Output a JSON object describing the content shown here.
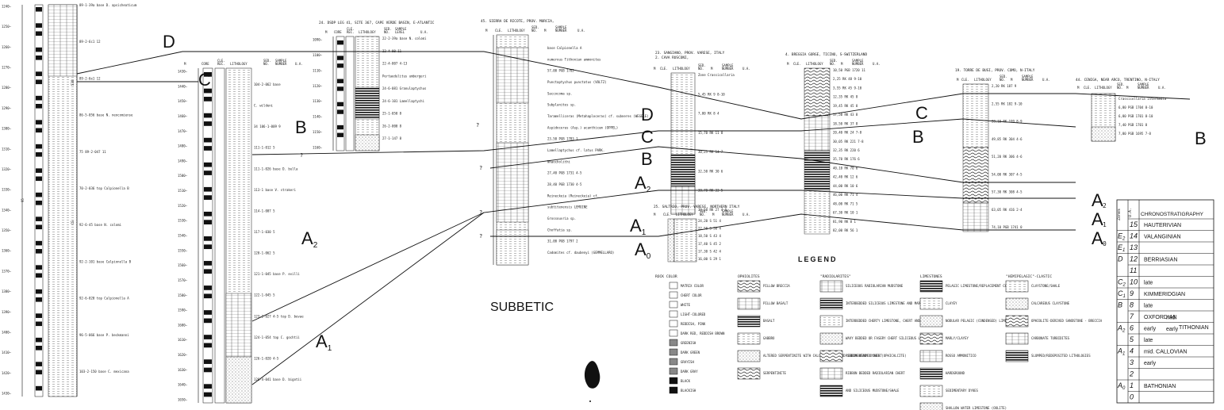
{
  "columns": [
    {
      "title": "",
      "depths": [
        "1240",
        "1250",
        "1260",
        "1270",
        "1280",
        "1290",
        "1300",
        "1310",
        "1320",
        "1330",
        "1340",
        "1350",
        "1360",
        "1370",
        "1380",
        "1390",
        "1400",
        "1410",
        "1420",
        "1430"
      ],
      "notes": [
        "89-1-39a base D. apsicheaticum",
        "89-2-6c1 12",
        "89-2-6e1 12",
        "86-5-056 base N. neocomiense",
        "75 89-2-047 11",
        "70-2-036 top Calpionella B",
        "92-6-45 base N. colomi",
        "92-2-101 base Calpionella B",
        "92-6-020 top Calpionella A",
        "96-5-066 base P. beckmanni",
        "103-2-150 base C. mexicana"
      ]
    },
    {
      "title": "24. DSDP LEG 41, SITE 367, CAPE VERDE BASIN, E-ATLANTIC",
      "headers": [
        "M",
        "CORE",
        "CLE.",
        "LITHOLOGY",
        "SED. NO.",
        "SAMPLE LEVEL",
        "U.A."
      ],
      "depths": [
        "1090",
        "1100",
        "1110",
        "1120",
        "1130",
        "1140",
        "1150",
        "1160"
      ],
      "notes": [
        "22-2-39a base N. colomi",
        "22-4-00 11",
        "22-4-007 4-13",
        "Pertaedulitus umbergeri",
        "24-6-081 Granulaptychus",
        "24-6-101 Lamellaptychi",
        "25-1-050 8",
        "26-2-000 8",
        "27-1-147 8"
      ]
    },
    {
      "title": "",
      "headers": [
        "M",
        "CORE",
        "CLE. REC.",
        "LITHOLOGY",
        "SED. NO.",
        "SAMPLE NUMBER",
        "U.A."
      ],
      "depths": [
        "1430",
        "1440",
        "1450",
        "1460",
        "1470",
        "1480",
        "1490",
        "1500",
        "1510",
        "1520",
        "1530",
        "1540",
        "1550",
        "1560",
        "1570",
        "1580",
        "1590",
        "1600",
        "1610",
        "1620",
        "1630",
        "1640",
        "1650"
      ],
      "notes": [
        "104-2-062 base",
        "C. wildeni",
        "34 106-1-009 9",
        "111-1-012 5",
        "111-1-026 base D. bulla",
        "113-1 base V. strakeri",
        "114-1-007 5",
        "117-1-030 5",
        "120-1-062 5",
        "121-1-045 base P. evilli",
        "122-1-045 5",
        "123-2-027 4-5 top D. bevae",
        "124-1-054 top C. gochtii",
        "126-1-020 4-5",
        "126-4-041 base D. bigotii"
      ]
    },
    {
      "title": "45. SIERRA DE RICOTE, PROV. MURCIA,",
      "headers": [
        "M",
        "CLE.",
        "LITHOLOGY",
        "SED. NO.",
        "M",
        "SAMPLE NUMBER",
        "U.A."
      ],
      "notes": [
        "base Calpionella A",
        "numerous Tithonian ammonites",
        "57,00 PGB 1762",
        "Punctaptychus punctatus (VOLTZ)",
        "Saccocoma sp.",
        "Subplanites sp.",
        "Taramelliceras (Metahaploceras) cf. subneres (WEGELE)",
        "Aspidoceras (Asp.) acanthicum (OPPEL)",
        "23,50 PGB 1783 1",
        "Lamellaptychus cf. latus PARK.",
        "Nhaocholithi",
        "27,40 PGB 1731 4-5",
        "28,40 PGB 1730 4-5",
        "Reineckeia (Reineckeia) cf.",
        "subtitenensis LEMOINE",
        "Grossouvria sp.",
        "Choffatia sp.",
        "31,00 PGB 1797 2",
        "Cadomites cf. daubenyi (GEMMELLARO)"
      ]
    },
    {
      "title": "23. SANGIANO, PROV. VARESE, ITALY",
      "subtitle": "2. CAVA RUSCONI,",
      "headers": [
        "M",
        "CLE.",
        "LITHOLOGY",
        "SED. NO.",
        "M",
        "SAMPLE NUMBER",
        "U.A."
      ],
      "notes": [
        "Zone Crassicollaria",
        "5,45 RK 9 8-10",
        "7,80 RK 8 4",
        "15,70 RK 11 8",
        "30,25 RK 14 7",
        "32,50 RK 30 6",
        "38,70 RK 33 5",
        "39,50 RK 27 4-6"
      ]
    },
    {
      "title": "25. SALTRIO, PROV. VARESE, NORTHERN ITALY",
      "headers": [
        "M",
        "CLE.",
        "LITHOLOGY",
        "SED. NO.",
        "M",
        "SAMPLE NUMBER",
        "U.A."
      ],
      "notes": [
        "24,20 S 51 4",
        "22,50 S 50 4",
        "18,50 S 43 4",
        "17,40 S 45 2",
        "17,30 S 42 4",
        "16,00 S 29 1"
      ]
    },
    {
      "title": "4. BREGGIA GORGE, TICINO, S-SWITZERLAND",
      "headers": [
        "M",
        "CLE.",
        "LITHOLOGY",
        "SED. NO.",
        "M",
        "SAMPLE NUMBER",
        "U.A."
      ],
      "notes": [
        "10,50 PGB 1720 11",
        "2,25 RK 48 9-10",
        "3,55 RK 45 9-10",
        "12,35 RK 45 8",
        "19,45 RK 45 8",
        "17,50 RK 43 8",
        "18,50 RK 37 8",
        "20,40 RK 24 7-8",
        "30,05 RK 221 7-8",
        "32,35 RK 220 6",
        "35,70 RK 176 6",
        "40,10 RK 70 6",
        "42,40 RK 12 6",
        "44,00 RK 10 6",
        "46,00 RK 71 4",
        "48,00 RK 71 5",
        "67,30 RK 10 1",
        "81,90 RK 8 1",
        "82,00 RK 56 1"
      ]
    },
    {
      "title": "19. TORRE DE BUSI, PROV. COMO, N-ITALY",
      "headers": [
        "M",
        "CLE.",
        "LITHOLOGY",
        "SED. NO.",
        "M",
        "SAMPLE NUMBER",
        "U.A."
      ],
      "notes": [
        "2,20 RK 187 9",
        "2,55 RK 182 9-10",
        "28,10 RK 199 8-9",
        "49,85 RK 304 4-6",
        "51,20 RK 306 4-6",
        "54,00 RK 307 4-5",
        "57,30 RK 308 4-5",
        "63,05 RK 416 2-4",
        "74,10 PGB 1741 0"
      ]
    },
    {
      "title": "44. CENIGA, NEAR ARCO, TRENTINO, N-ITALY",
      "headers": [
        "M",
        "CLE.",
        "LITHOLOGY",
        "SED. NO.",
        "M",
        "SAMPLE NUMBER",
        "U.A."
      ],
      "notes": [
        "Crassicollaria intermedia",
        "6,80 PGB 1704 8-10",
        "6,80 PGB 1701 8-10",
        "7,40 PGB 1701 8",
        "7,80 PGB 1695 7-8"
      ]
    }
  ],
  "correlation_labels": [
    "D",
    "C",
    "B",
    "A2",
    "A1",
    "A0",
    "D",
    "C",
    "B",
    "A2",
    "A1",
    "A0",
    "B",
    "C",
    "B"
  ],
  "region_label": "SUBBETIC",
  "legend": {
    "title": "LEGEND",
    "groups": [
      {
        "heading": "ROCK COLOR",
        "items": [
          "MATRIX COLOR",
          "CHERT COLOR",
          "WHITE",
          "LIGHT-COLORED",
          "REDDISH, PINK",
          "DARK RED, REDDISH BROWN",
          "GREENISH",
          "DARK GREEN",
          "GRAYISH",
          "DARK GRAY",
          "BLACK",
          "BLACKISH"
        ]
      },
      {
        "heading": "OPHIOLITES",
        "items": [
          "PILLOW BRECCIA",
          "PILLOW BASALT",
          "BASALT",
          "GABBRO",
          "ALTERED SERPENTINITE WITH CALCITE VEINS AND SEDIMENTARY DYKES (OPHICALCITE)",
          "SERPENTINITE"
        ]
      },
      {
        "heading": "\"RADIOLARITES\"",
        "items": [
          "SILICEOUS RADIOLARIAN MUDSTONE",
          "INTERBEDDED SILICEOUS LIMESTONE AND MARL",
          "INTERBEDDED CHERTY LIMESTONE, CHERT AND THIN SHALE",
          "WAVY BEDDED OR FASERY CHERT SILICEOUS LIMESTONE",
          "RIBBON BEDDED CHERT",
          "RIBBON BEDDED RADIOLARIAN CHERT",
          "AND SILICEOUS MUDSTONE/SHALE"
        ]
      },
      {
        "heading": "LIMESTONES",
        "items": [
          "PELAGIC LIMESTONE/REPLACEMENT CHERT",
          "CLAYEY",
          "NODULAR PELAGIC (CONDENSED) LIMESTONE",
          "MARLY/CLAYEY",
          "ROSSO AMMONITICO",
          "HARDGROUND",
          "SEDIMENTARY DYKES",
          "SHALLOW WATER LIMESTONE (OOLITE)"
        ]
      },
      {
        "heading": "\"HEMIPELAGIC\"-CLASTIC",
        "items": [
          "CLAYSTONE/SHALE",
          "CALCAREOUS CLAYSTONE",
          "OPHIOLITE-DERIVED SANDSTONE - BRECCIA",
          "CARBONATE TURBIDITES",
          "SLUMPED/REDEPOSITED LITHOLOGIES"
        ]
      }
    ]
  },
  "chronotable": {
    "headers": [
      "Zones",
      "U.A.",
      "CHRONOSTRATIGRAPHY"
    ],
    "rows": [
      {
        "zone": "",
        "ua": "15",
        "stage": "HAUTERIVIAN"
      },
      {
        "zone": "E2",
        "ua": "14",
        "stage": "VALANGINIAN"
      },
      {
        "zone": "E1",
        "ua": "13",
        "stage": ""
      },
      {
        "zone": "D",
        "ua": "12",
        "stage": "BERRIASIAN"
      },
      {
        "zone": "",
        "ua": "11",
        "stage": ""
      },
      {
        "zone": "C2",
        "ua": "10",
        "stage": "late"
      },
      {
        "zone": "C1",
        "ua": "9",
        "stage": "KIMMERIDGIAN"
      },
      {
        "zone": "B",
        "ua": "8",
        "stage": "late"
      },
      {
        "zone": "",
        "ua": "7",
        "stage": "OXFORDIAN"
      },
      {
        "zone": "A2",
        "ua": "6",
        "stage": "early"
      },
      {
        "zone": "",
        "ua": "5",
        "stage": "late"
      },
      {
        "zone": "A1",
        "ua": "4",
        "stage": "mid. CALLOVIAN"
      },
      {
        "zone": "",
        "ua": "3",
        "stage": "early"
      },
      {
        "zone": "",
        "ua": "2",
        "stage": ""
      },
      {
        "zone": "A0",
        "ua": "1",
        "stage": "BATHONIAN"
      },
      {
        "zone": "",
        "ua": "0",
        "stage": ""
      }
    ],
    "tithonian": [
      "mid.",
      "early",
      "TITHONIAN"
    ]
  }
}
